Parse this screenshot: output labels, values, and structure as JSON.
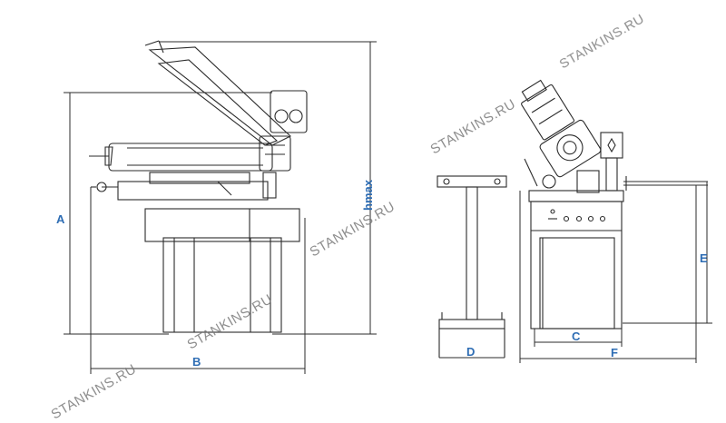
{
  "dimension_labels": {
    "a": "A",
    "b": "B",
    "hmax": "hmax",
    "c": "C",
    "d": "D",
    "e": "E",
    "f": "F"
  },
  "watermark": {
    "text": "STANKINS.RU"
  },
  "colors": {
    "line": "#2b2b2b",
    "label": "#2e6db4",
    "watermark": "#7a7a7a"
  }
}
